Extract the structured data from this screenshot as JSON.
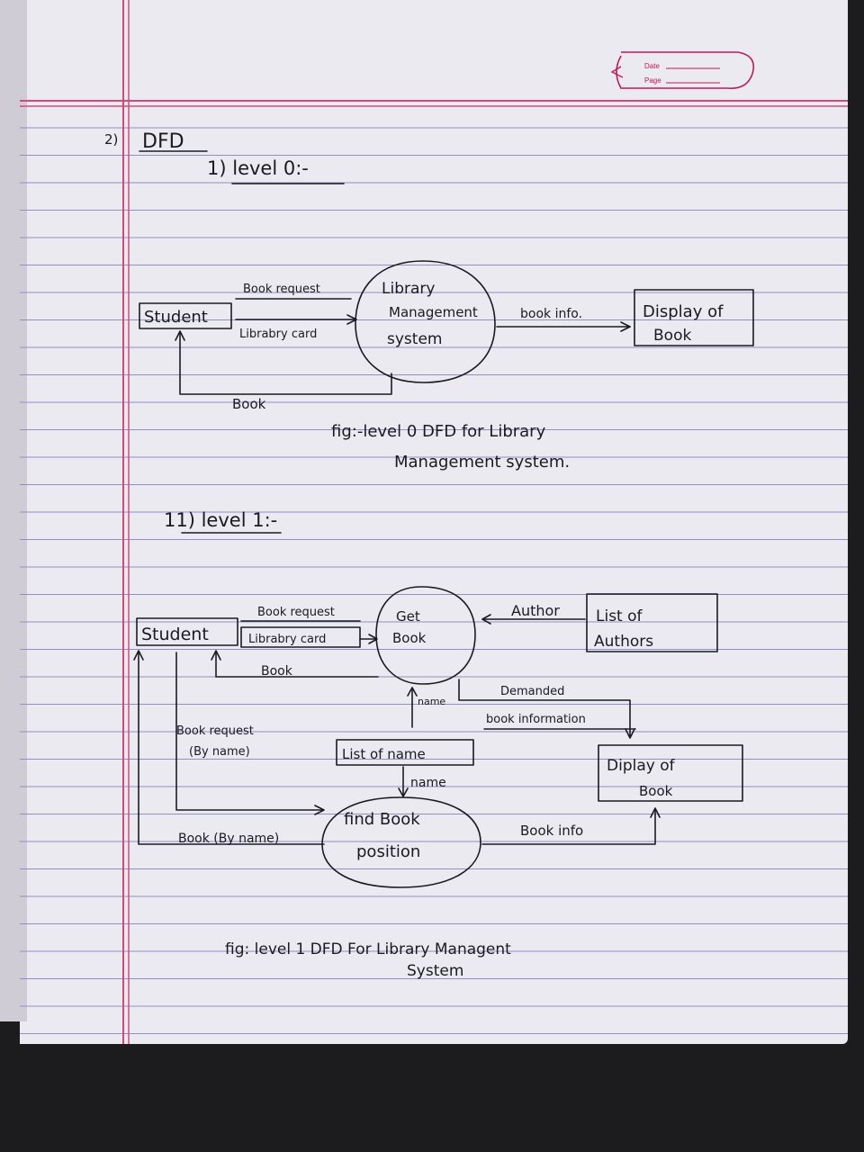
{
  "stamp": {
    "date_label": "Date",
    "page_label": "Page"
  },
  "heading": {
    "number": "2)",
    "title": "DFD"
  },
  "level0": {
    "label": "1) level 0:-",
    "student": "Student",
    "book_request": "Book request",
    "library_card": "Librabry card",
    "process": [
      "Library",
      "Management",
      "system"
    ],
    "book_info": "book info.",
    "display": [
      "Display of",
      "Book"
    ],
    "book": "Book",
    "caption_line1": "fig:-level 0 DFD for Library",
    "caption_line2": "Management system."
  },
  "level1": {
    "label": "11) level 1:-",
    "student": "Student",
    "book_request": "Book request",
    "library_card": "Librabry card",
    "book": "Book",
    "get_book": [
      "Get",
      "Book"
    ],
    "author": "Author",
    "list_of_authors": [
      "List of",
      "Authors"
    ],
    "name_flow": "name",
    "demanded": [
      "Demanded",
      "book information"
    ],
    "book_request_by_name": [
      "Book request",
      "(By name)"
    ],
    "list_of_name": "List of name",
    "name_flow2": "name",
    "display": [
      "Diplay of",
      "Book"
    ],
    "book_by_name": "Book (By name)",
    "find_book": [
      "find Book",
      "position"
    ],
    "book_info": "Book info",
    "caption_line1": "fig: level 1 DFD For Library Managent",
    "caption_line2": "System"
  },
  "colors": {
    "paper": "#eceaf1",
    "rule": "#8f8fc4",
    "margin": "#d04a7a",
    "ink": "#1a1a22",
    "stamp": "#c2185b"
  }
}
